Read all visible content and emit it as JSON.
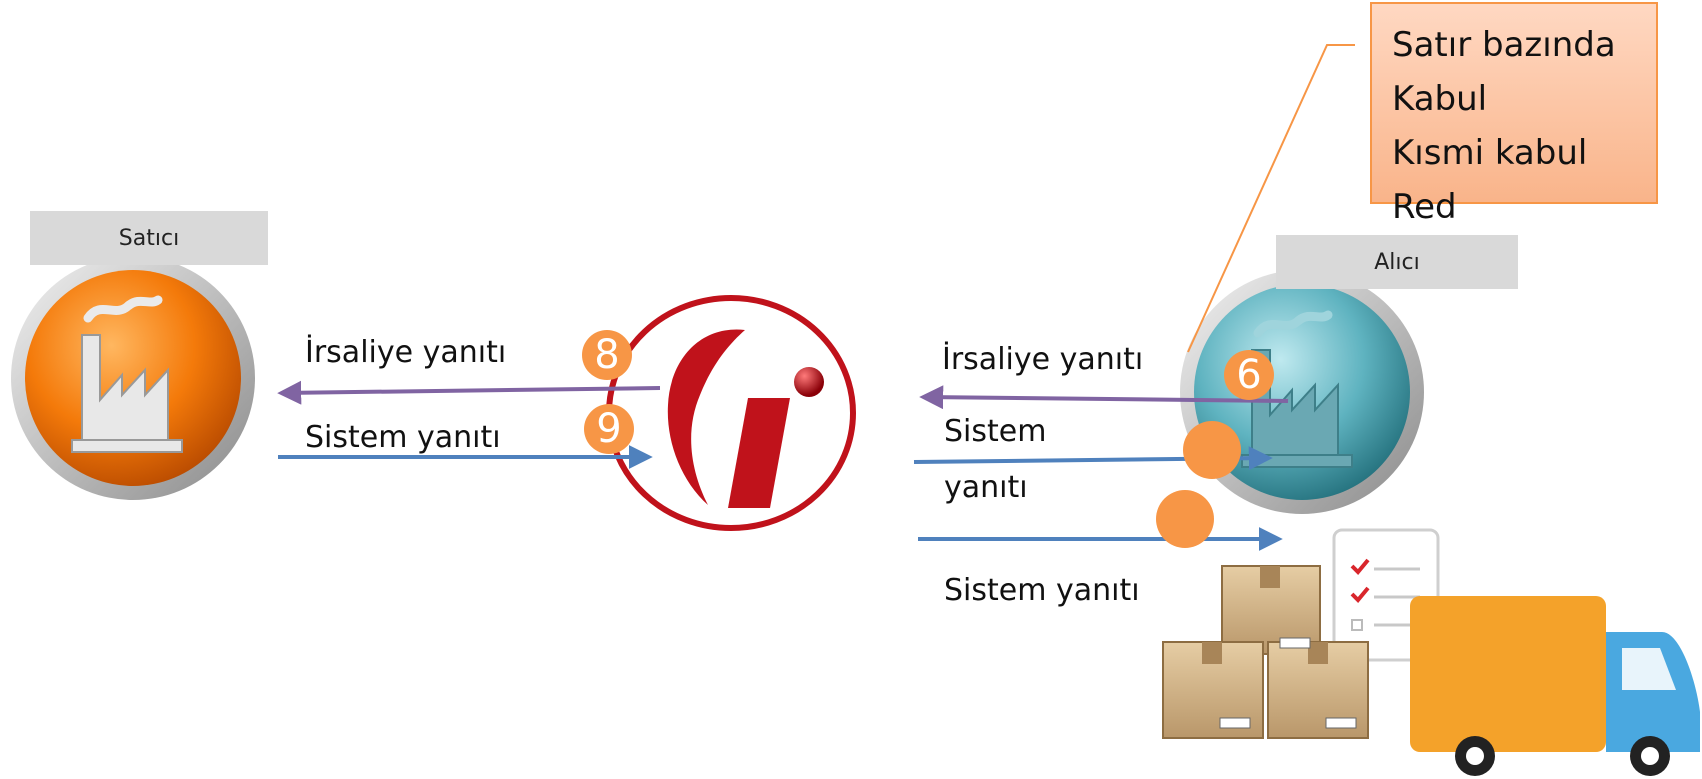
{
  "actors": {
    "seller_label": "Satıcı",
    "buyer_label": "Alıcı"
  },
  "note": {
    "lines": [
      "Satır bazında",
      "Kabul",
      "Kısmi kabul",
      "Red"
    ]
  },
  "flows": {
    "left_response_label": "İrsaliye yanıtı",
    "left_response_step": "8",
    "left_system_label": "Sistem yanıtı",
    "left_system_step": "9",
    "right_response_label": "İrsaliye yanıtı",
    "right_response_step": "6",
    "right_system_label": "Sistem yanıtı",
    "right_system2_label": "Sistem yanıtı"
  },
  "colors": {
    "response_arrow": "#8064a2",
    "system_arrow": "#4f81bd",
    "badge": "#f79646",
    "note_border": "#f79646",
    "seller_icon": "#f47a0a",
    "buyer_icon": "#4aa3b0",
    "logo": "#c0121b"
  },
  "icons": {
    "seller": "factory-icon-orange",
    "buyer": "factory-icon-teal",
    "center": "integrator-logo",
    "shipment": "delivery-truck-with-boxes-icon"
  }
}
